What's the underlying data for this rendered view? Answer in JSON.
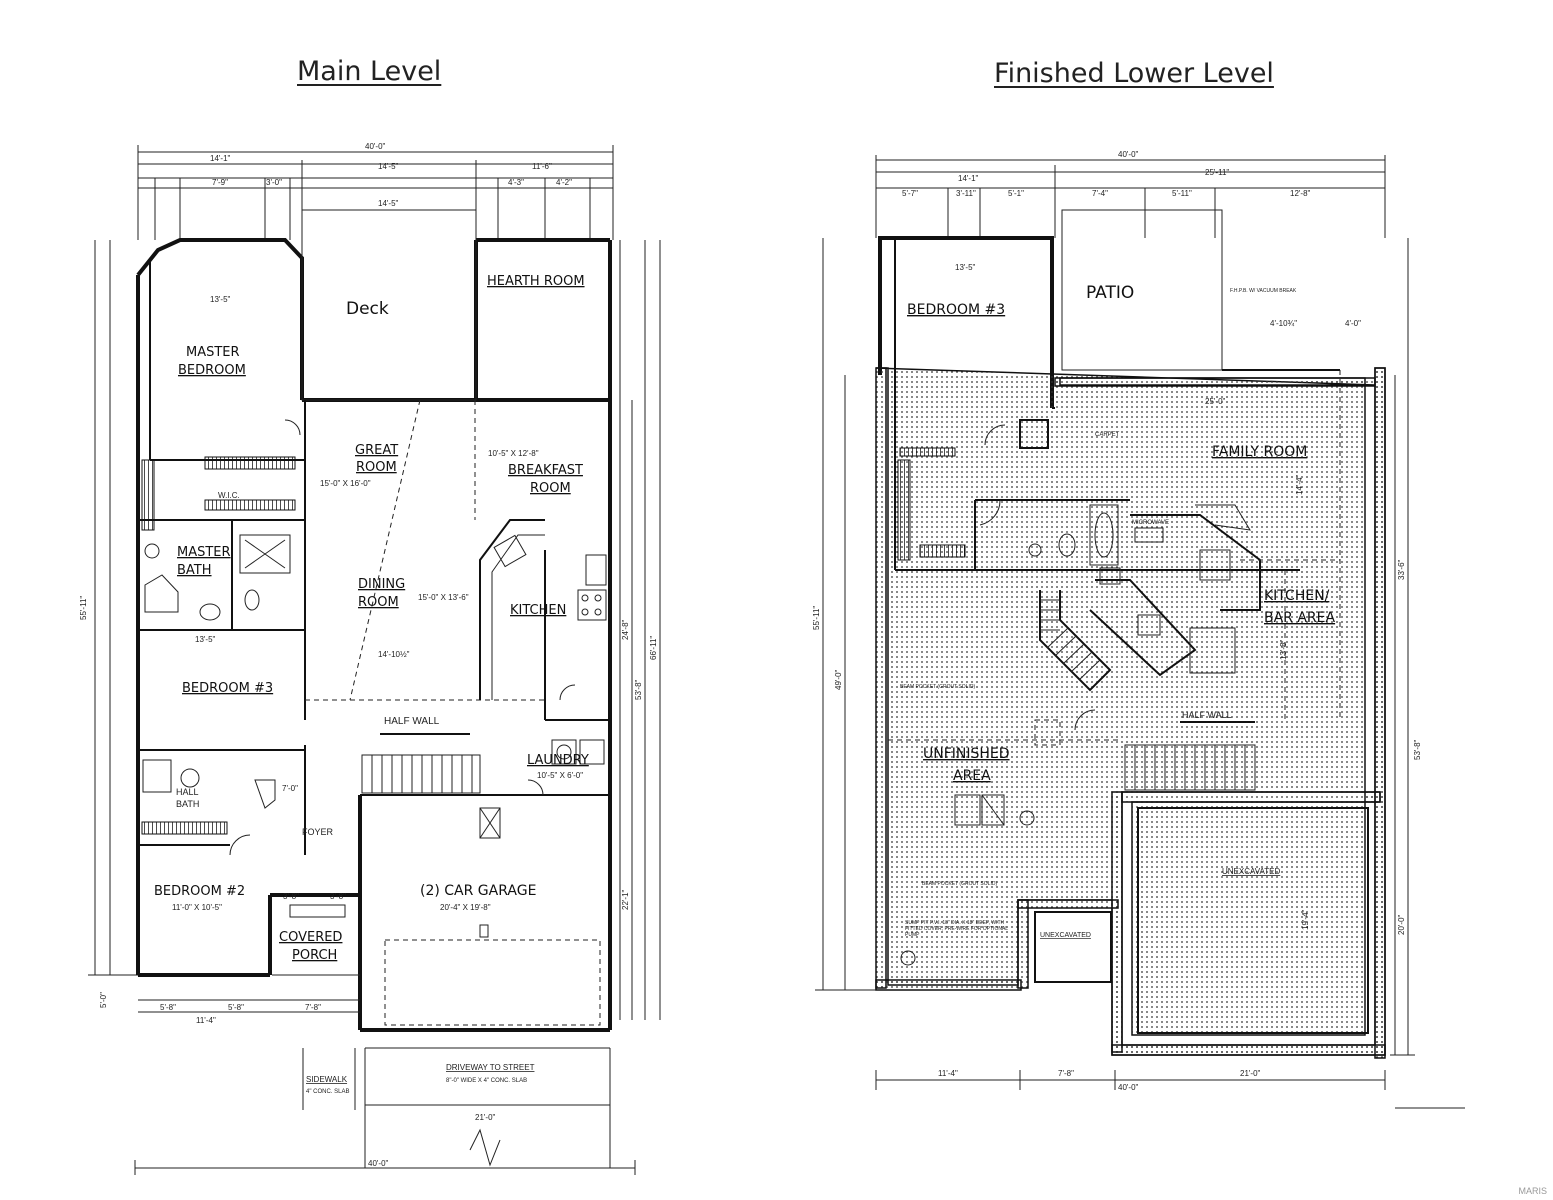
{
  "titles": {
    "main": "Main Level",
    "lower": "Finished Lower Level"
  },
  "main_level": {
    "rooms": {
      "master_bedroom_1": "MASTER",
      "master_bedroom_2": "BEDROOM",
      "deck": "Deck",
      "hearth_room": "HEARTH ROOM",
      "great_room_1": "GREAT",
      "great_room_2": "ROOM",
      "great_room_size": "15'-0\" X 16'-0\"",
      "breakfast_1": "BREAKFAST",
      "breakfast_2": "ROOM",
      "breakfast_size": "10'-5\" X 12'-8\"",
      "wic": "W.I.C.",
      "master_bath_1": "MASTER",
      "master_bath_2": "BATH",
      "dining_1": "DINING",
      "dining_2": "ROOM",
      "dining_size": "15'-0\" X 13'-6\"",
      "kitchen": "KITCHEN",
      "bedroom3": "BEDROOM #3",
      "half_wall": "HALF WALL",
      "laundry": "LAUNDRY",
      "laundry_size": "10'-5\" X 6'-0\"",
      "hall_bath_1": "HALL",
      "hall_bath_2": "BATH",
      "foyer": "FOYER",
      "bedroom2": "BEDROOM #2",
      "bedroom2_size": "11'-0\" X 10'-5\"",
      "garage": "(2) CAR GARAGE",
      "garage_size": "20'-4\" X 19'-8\"",
      "covered_porch_1": "COVERED",
      "covered_porch_2": "PORCH",
      "driveway": "DRIVEWAY TO STREET",
      "driveway_note": "8\"-0\" WIDE X 4\" CONC. SLAB",
      "sidewalk": "SIDEWALK",
      "sidewalk_note": "4\" CONC. SLAB"
    },
    "dims": {
      "overall_width": "40'-0\"",
      "top_left": "14'-1\"",
      "top_mid": "14'-5\"",
      "top_right": "11'-6\"",
      "deck_width": "14'-5\"",
      "t1": "7'-9\"",
      "t2": "3'-0\"",
      "t3": "4'-3\"",
      "t4": "4'-2\"",
      "master_w": "13'-5\"",
      "bed3_w": "13'-5\"",
      "dining_w": "14'-10½\"",
      "porch_a": "3'-8\"",
      "porch_b": "3'-8\"",
      "b_left": "5'-8\"",
      "b_mid": "5'-8\"",
      "b_porch": "7'-8\"",
      "b_sum": "11'-4\"",
      "drive_w": "21'-0\"",
      "bottom_overall": "40'-0\"",
      "left_overall": "55'-11\"",
      "right_overall": "66'-11\"",
      "right_2": "53'-8\"",
      "right_3": "24'-8\"",
      "right_4": "22'-1\"",
      "hall_1": "7'-0\"",
      "front_5": "5'-0\""
    }
  },
  "lower_level": {
    "rooms": {
      "bedroom3": "BEDROOM #3",
      "patio": "PATIO",
      "family_room": "FAMILY ROOM",
      "carpet": "CARPET",
      "microwave": "MICROWAVE",
      "kitchen_1": "KITCHEN/",
      "kitchen_2": "BAR AREA",
      "half_wall": "HALF WALL",
      "unfinished_1": "UNFINISHED",
      "unfinished_2": "AREA",
      "unexcavated_big": "UNEXCAVATED",
      "unexcavated_small": "UNEXCAVATED",
      "beam_pocket_1": "BEAM POCKET (GROUT SOLID)",
      "beam_pocket_2": "BEAM POCKET (GROUT SOLID)",
      "sump": "SUMP PIT P.V.I. 18\" DIA. X 18\" DEEP, WITH FITTED COVER, PRE-WIRE FOR OPTIONAL PUMP",
      "fpb": "F.H.P.B. W/ VACUUM BREAK"
    },
    "dims": {
      "overall_width": "40'-0\"",
      "top_left": "14'-1\"",
      "top_right": "25'-11\"",
      "t1": "5'-7\"",
      "t2": "3'-11\"",
      "t3": "5'-1\"",
      "t4": "7'-4\"",
      "t5": "5'-11\"",
      "t6": "12'-8\"",
      "bed_w": "13'-5\"",
      "family_w": "25'-0\"",
      "patio_a": "4'-10¾\"",
      "patio_b": "4'-0\"",
      "bottom_a": "11'-4\"",
      "bottom_b": "7'-8\"",
      "bottom_c": "21'-0\"",
      "bottom_overall": "40'-0\"",
      "left_1": "55'-11\"",
      "left_2": "49'-0\"",
      "right_1": "33'-6\"",
      "right_2": "53'-8\"",
      "right_3": "20'-0\"",
      "unexc_h": "19'-4\"",
      "family_h": "14'-4\"",
      "kitchen_h": "13'-8\""
    }
  },
  "watermark": "MARIS"
}
